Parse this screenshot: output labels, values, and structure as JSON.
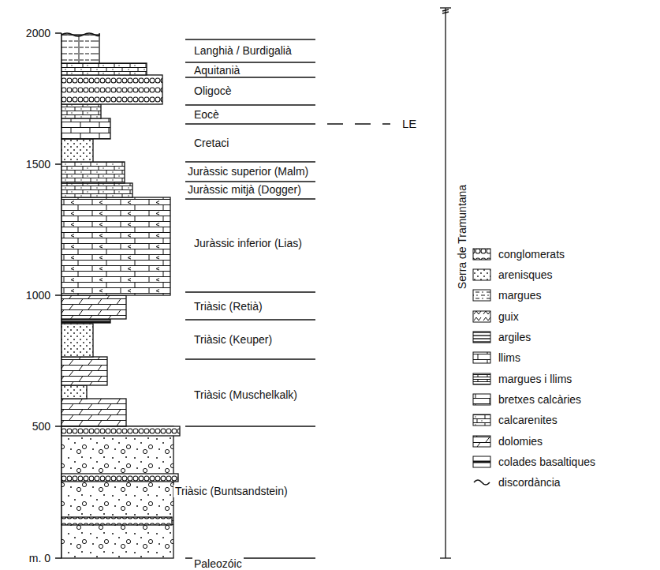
{
  "diagram": {
    "labels": [
      "2000",
      "1500",
      "1000",
      "500",
      "m. 0",
      "Langhià / Burdigalià",
      "Aquitanià",
      "Oligocè",
      "Eocè",
      "Cretaci",
      "Juràssic superior (Malm)",
      "Juràssic mitjà (Dogger)",
      "Juràssic inferior (Lias)",
      "Triàsic (Retià)",
      "Triàsic (Keuper)",
      "Triàsic (Muschelkalk)",
      "Triàsic (Buntsandstein)",
      "Paleozóic",
      "LE",
      "Serra de Tramuntana"
    ],
    "legend": [
      {
        "text": "conglomerats"
      },
      {
        "text": "arenisques"
      },
      {
        "text": "margues"
      },
      {
        "text": "guix"
      },
      {
        "text": "argiles"
      },
      {
        "text": "llims"
      },
      {
        "text": "margues i llims"
      },
      {
        "text": "bretxes calcàries"
      },
      {
        "text": "calcarenites"
      },
      {
        "text": "dolomies"
      },
      {
        "text": "colades basaltiques"
      },
      {
        "text": "discordància"
      }
    ]
  }
}
